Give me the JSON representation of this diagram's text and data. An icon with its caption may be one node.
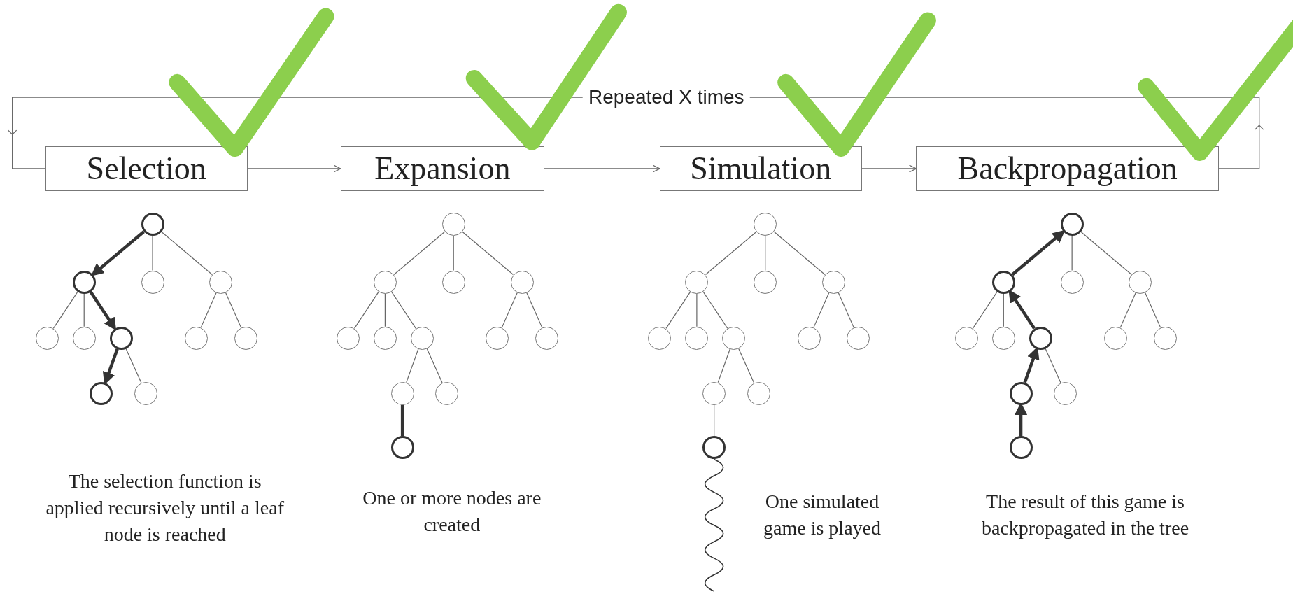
{
  "diagram": {
    "nodes": [
      {
        "text": [
          "Selection"
        ]
      },
      {
        "text": [
          "Expansion"
        ]
      },
      {
        "text": [
          "Simulation"
        ]
      },
      {
        "text": [
          "Backpropagation"
        ]
      },
      {
        "text": [],
        "shape": "circle"
      },
      {
        "text": [],
        "shape": "circle"
      },
      {
        "text": [],
        "shape": "circle"
      },
      {
        "text": [],
        "shape": "circle"
      },
      {
        "text": [],
        "shape": "circle"
      },
      {
        "text": [],
        "shape": "circle"
      },
      {
        "text": [],
        "shape": "circle"
      },
      {
        "text": [],
        "shape": "circle"
      },
      {
        "text": [],
        "shape": "circle"
      },
      {
        "text": [],
        "shape": "circle"
      },
      {
        "text": [],
        "shape": "circle"
      },
      {
        "text": [],
        "shape": "circle"
      },
      {
        "text": [],
        "shape": "circle"
      },
      {
        "text": [],
        "shape": "circle"
      },
      {
        "text": [],
        "shape": "circle"
      },
      {
        "text": [],
        "shape": "circle"
      },
      {
        "text": [],
        "shape": "circle"
      },
      {
        "text": [],
        "shape": "circle"
      },
      {
        "text": [],
        "shape": "circle"
      },
      {
        "text": [],
        "shape": "circle"
      },
      {
        "text": [],
        "shape": "circle"
      },
      {
        "text": [],
        "shape": "circle"
      },
      {
        "text": [],
        "shape": "circle"
      },
      {
        "text": [],
        "shape": "circle"
      },
      {
        "text": [],
        "shape": "circle"
      },
      {
        "text": [],
        "shape": "circle"
      },
      {
        "text": [],
        "shape": "circle"
      },
      {
        "text": [],
        "shape": "circle"
      },
      {
        "text": [],
        "shape": "circle"
      },
      {
        "text": [],
        "shape": "circle"
      },
      {
        "text": [],
        "shape": "circle"
      },
      {
        "text": [],
        "shape": "circle"
      },
      {
        "text": [],
        "shape": "circle"
      },
      {
        "text": [],
        "shape": "circle"
      },
      {
        "text": [],
        "shape": "circle"
      },
      {
        "text": [],
        "shape": "circle"
      },
      {
        "text": [],
        "shape": "circle"
      },
      {
        "text": [],
        "shape": "circle"
      },
      {
        "text": [],
        "shape": "circle"
      },
      {
        "text": [],
        "shape": "circle"
      },
      {
        "text": [],
        "shape": "circle"
      },
      {
        "text": [],
        "shape": "circle"
      },
      {
        "text": [],
        "shape": "circle"
      },
      {
        "text": [],
        "shape": "circle"
      },
      {
        "text": [],
        "shape": "circle"
      },
      {
        "text": [],
        "shape": "circle"
      },
      {
        "text": [],
        "shape": "circle"
      }
    ],
    "edges": [
      {
        "from": 0,
        "to": 1,
        "arrow": "to"
      },
      {
        "from": 1,
        "to": 2,
        "arrow": "to"
      },
      {
        "from": 2,
        "to": 3,
        "arrow": "to"
      },
      {
        "from": 3,
        "to": 0,
        "arrow": "to",
        "label": "Repeated X times"
      },
      {
        "from": 4,
        "to": 5,
        "arrow": "to",
        "style": "thick"
      },
      {
        "from": 4,
        "to": 6,
        "arrow": "none"
      },
      {
        "from": 4,
        "to": 7,
        "arrow": "none"
      },
      {
        "from": 5,
        "to": 8,
        "arrow": "none"
      },
      {
        "from": 5,
        "to": 9,
        "arrow": "none"
      },
      {
        "from": 5,
        "to": 10,
        "arrow": "to",
        "style": "thick"
      },
      {
        "from": 7,
        "to": 11,
        "arrow": "none"
      },
      {
        "from": 7,
        "to": 12,
        "arrow": "none"
      },
      {
        "from": 10,
        "to": 13,
        "arrow": "to",
        "style": "thick"
      },
      {
        "from": 10,
        "to": 14,
        "arrow": "none"
      },
      {
        "from": 15,
        "to": 16,
        "arrow": "none"
      },
      {
        "from": 15,
        "to": 17,
        "arrow": "none"
      },
      {
        "from": 15,
        "to": 18,
        "arrow": "none"
      },
      {
        "from": 16,
        "to": 19,
        "arrow": "none"
      },
      {
        "from": 16,
        "to": 20,
        "arrow": "none"
      },
      {
        "from": 16,
        "to": 21,
        "arrow": "none"
      },
      {
        "from": 18,
        "to": 22,
        "arrow": "none"
      },
      {
        "from": 18,
        "to": 23,
        "arrow": "none"
      },
      {
        "from": 21,
        "to": 24,
        "arrow": "none"
      },
      {
        "from": 21,
        "to": 25,
        "arrow": "none"
      },
      {
        "from": 24,
        "to": 26,
        "arrow": "none",
        "style": "thick"
      },
      {
        "from": 27,
        "to": 28,
        "arrow": "none"
      },
      {
        "from": 27,
        "to": 29,
        "arrow": "none"
      },
      {
        "from": 27,
        "to": 30,
        "arrow": "none"
      },
      {
        "from": 28,
        "to": 31,
        "arrow": "none"
      },
      {
        "from": 28,
        "to": 32,
        "arrow": "none"
      },
      {
        "from": 28,
        "to": 33,
        "arrow": "none"
      },
      {
        "from": 30,
        "to": 34,
        "arrow": "none"
      },
      {
        "from": 30,
        "to": 35,
        "arrow": "none"
      },
      {
        "from": 33,
        "to": 36,
        "arrow": "none"
      },
      {
        "from": 33,
        "to": 37,
        "arrow": "none"
      },
      {
        "from": 36,
        "to": 38,
        "arrow": "none"
      },
      {
        "from": 40,
        "to": 39,
        "arrow": "to",
        "style": "thick"
      },
      {
        "from": 39,
        "to": 41,
        "arrow": "none"
      },
      {
        "from": 39,
        "to": 42,
        "arrow": "none"
      },
      {
        "from": 40,
        "to": 43,
        "arrow": "none"
      },
      {
        "from": 40,
        "to": 44,
        "arrow": "none"
      },
      {
        "from": 45,
        "to": 40,
        "arrow": "to",
        "style": "thick"
      },
      {
        "from": 42,
        "to": 46,
        "arrow": "none"
      },
      {
        "from": 42,
        "to": 47,
        "arrow": "none"
      },
      {
        "from": 48,
        "to": 45,
        "arrow": "to",
        "style": "thick"
      },
      {
        "from": 45,
        "to": 49,
        "arrow": "none"
      },
      {
        "from": 50,
        "to": 48,
        "arrow": "to",
        "style": "thick"
      }
    ],
    "labels": [
      "The selection function is applied recursively until a leaf node is reached",
      "One or more nodes are created",
      "One simulated game is played",
      "The result of this game is backpropagated in the tree"
    ]
  }
}
